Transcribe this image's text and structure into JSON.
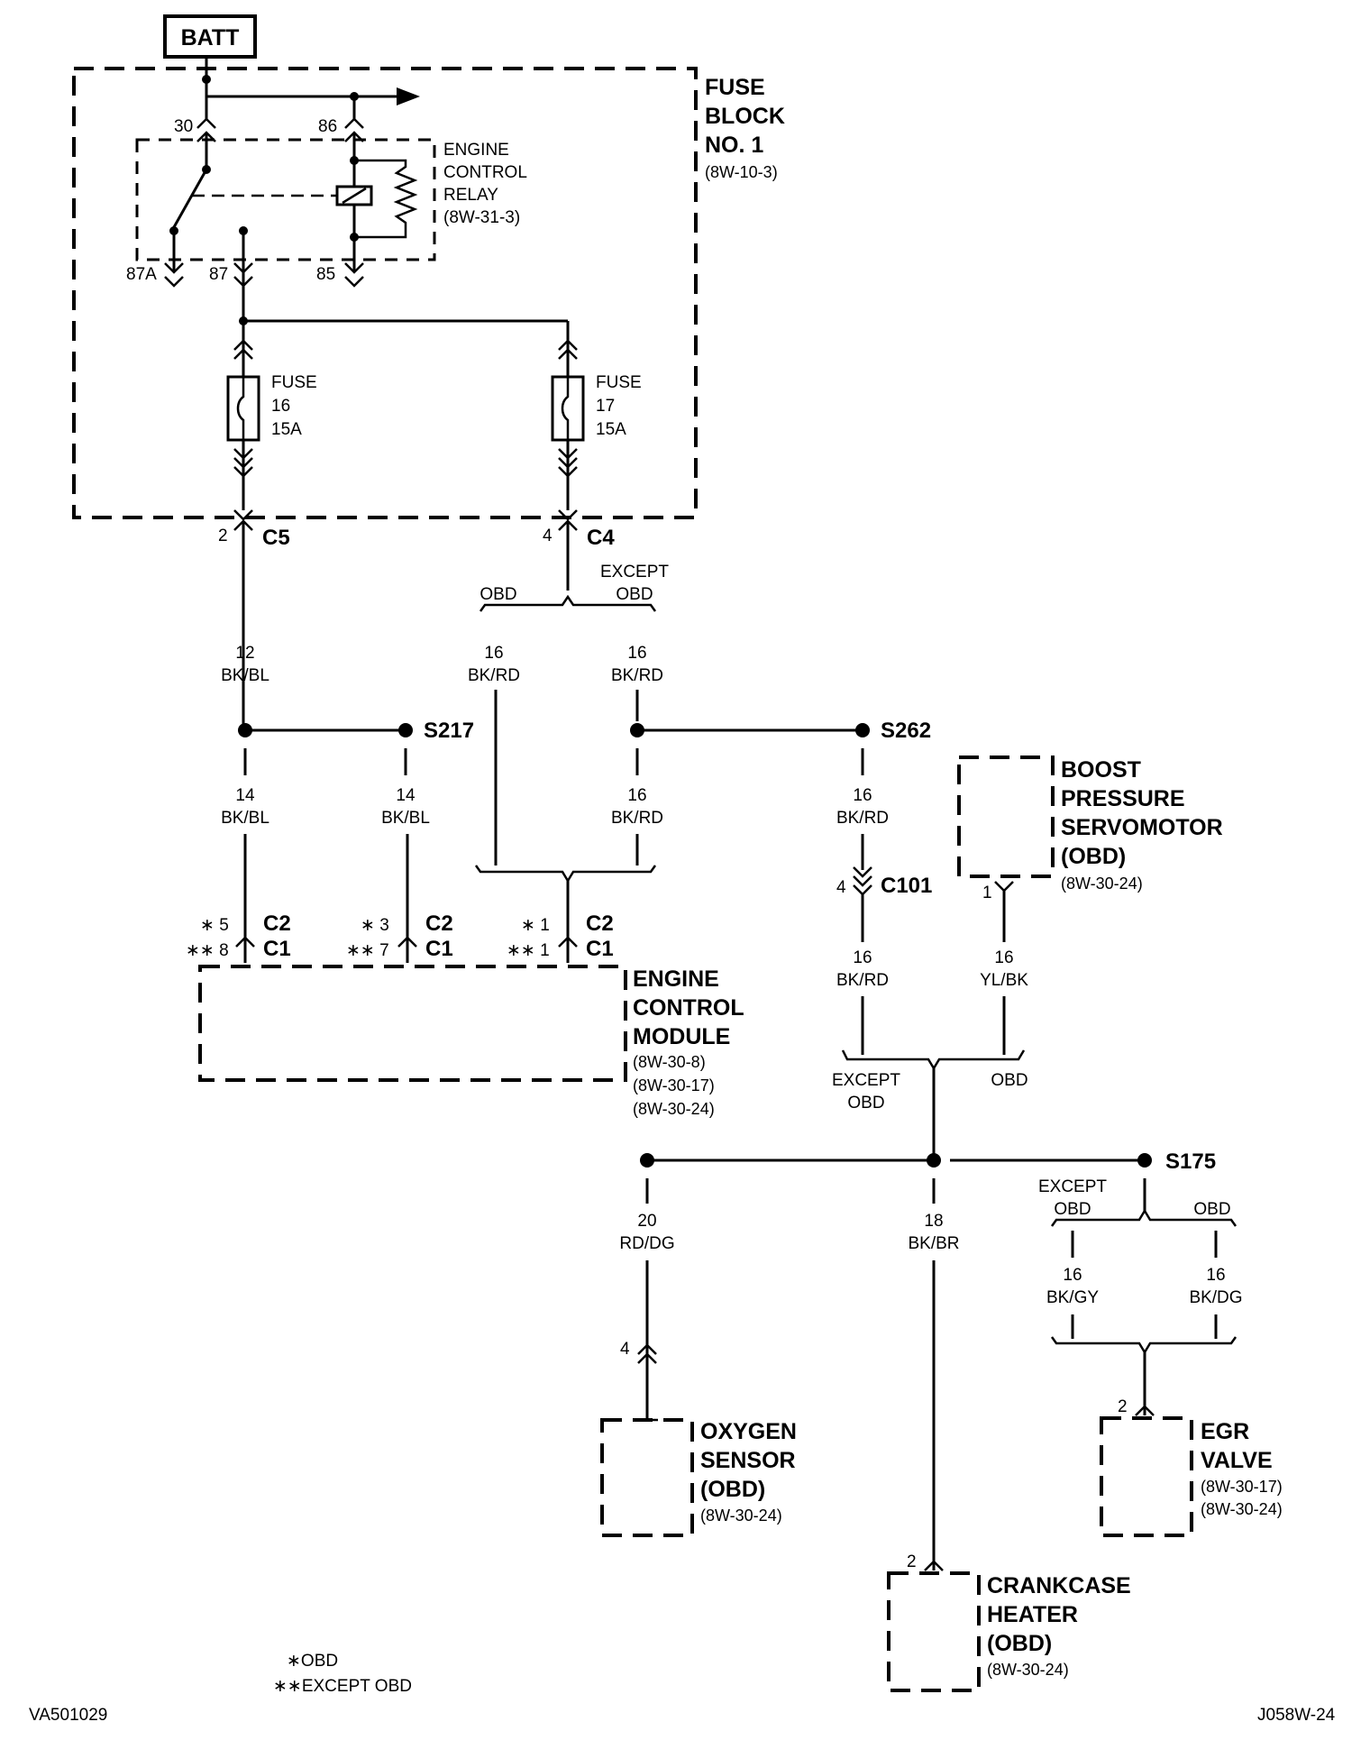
{
  "battery": "BATT",
  "fuse_block": {
    "title": [
      "FUSE",
      "BLOCK",
      "NO. 1"
    ],
    "ref": "(8W-10-3)"
  },
  "relay": {
    "title": [
      "ENGINE",
      "CONTROL",
      "RELAY"
    ],
    "ref": "(8W-31-3)",
    "pins": [
      "30",
      "86",
      "87A",
      "87",
      "85"
    ]
  },
  "fuses": [
    {
      "label": [
        "FUSE",
        "16",
        "15A"
      ]
    },
    {
      "label": [
        "FUSE",
        "17",
        "15A"
      ]
    }
  ],
  "connectors": {
    "c5": {
      "name": "C5",
      "pin": "2"
    },
    "c4": {
      "name": "C4",
      "pin": "4"
    },
    "c101": {
      "name": "C101",
      "pin": "4"
    }
  },
  "options": {
    "obd": "OBD",
    "except": "EXCEPT",
    "except_obd": "EXCEPT OBD"
  },
  "wires": {
    "w12": [
      "12",
      "BK/BL"
    ],
    "w16a": [
      "16",
      "BK/RD"
    ],
    "w16b": [
      "16",
      "BK/RD"
    ],
    "w14a": [
      "14",
      "BK/BL"
    ],
    "w14b": [
      "14",
      "BK/BL"
    ],
    "w16c": [
      "16",
      "BK/RD"
    ],
    "w16d": [
      "16",
      "BK/RD"
    ],
    "w16e": [
      "16",
      "BK/RD"
    ],
    "w16f": [
      "16",
      "YL/BK"
    ],
    "w20": [
      "20",
      "RD/DG"
    ],
    "w18": [
      "18",
      "BK/BR"
    ],
    "w16g": [
      "16",
      "BK/GY"
    ],
    "w16h": [
      "16",
      "BK/DG"
    ]
  },
  "splices": {
    "s217": "S217",
    "s262": "S262",
    "s175": "S175"
  },
  "ecm": {
    "title": [
      "ENGINE",
      "CONTROL",
      "MODULE"
    ],
    "refs": [
      "(8W-30-8)",
      "(8W-30-17)",
      "(8W-30-24)"
    ],
    "pin_rows": [
      {
        "c2": "∗ 5",
        "c1": "∗∗ 8"
      },
      {
        "c2": "∗ 3",
        "c1": "∗∗ 7"
      },
      {
        "c2": "∗ 1",
        "c1": "∗∗ 1"
      }
    ],
    "c2": "C2",
    "c1": "C1"
  },
  "boost": {
    "title": [
      "BOOST",
      "PRESSURE",
      "SERVOMOTOR",
      "(OBD)"
    ],
    "ref": "(8W-30-24)",
    "pin": "1"
  },
  "oxygen": {
    "title": [
      "OXYGEN",
      "SENSOR",
      "(OBD)"
    ],
    "ref": "(8W-30-24)",
    "pin": "4"
  },
  "crankcase": {
    "title": [
      "CRANKCASE",
      "HEATER",
      "(OBD)"
    ],
    "ref": "(8W-30-24)",
    "pin": "2"
  },
  "egr": {
    "title": [
      "EGR",
      "VALVE"
    ],
    "refs": [
      "(8W-30-17)",
      "(8W-30-24)"
    ],
    "pin": "2"
  },
  "legend": {
    "obd": "∗OBD",
    "except_obd": "∗∗EXCEPT OBD"
  },
  "ids": {
    "left": "VA501029",
    "right": "J058W-24"
  }
}
